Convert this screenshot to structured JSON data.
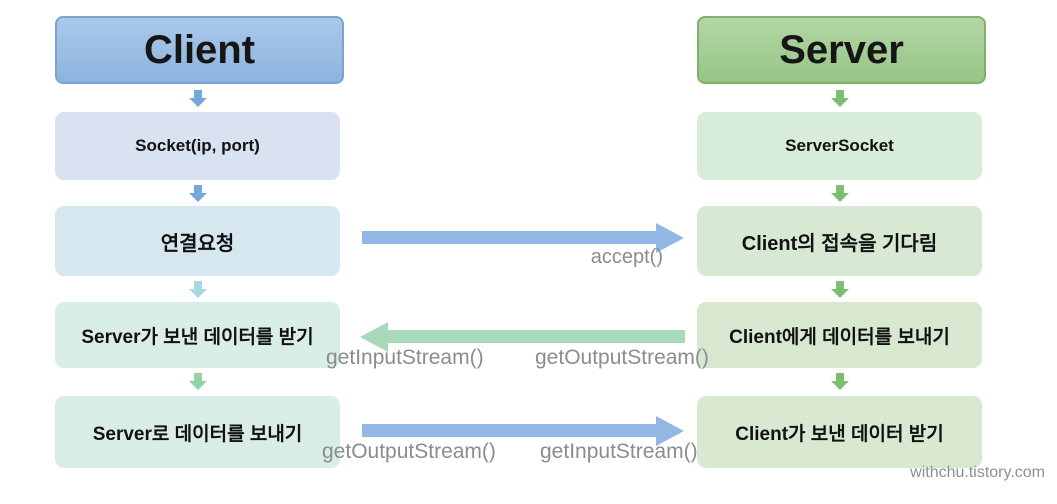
{
  "diagram": {
    "title_implicit": "Client-Server socket flow",
    "client": {
      "header": "Client",
      "steps": [
        "Socket(ip, port)",
        "연결요청",
        "Server가 보낸 데이터를 받기",
        "Server로 데이터를 보내기"
      ]
    },
    "server": {
      "header": "Server",
      "steps": [
        "ServerSocket",
        "Client의 접속을 기다림",
        "Client에게 데이터를 보내기",
        "Client가 보낸 데이터 받기"
      ]
    },
    "messages": {
      "accept": "accept()",
      "server_to_client_left": "getInputStream()",
      "server_to_client_right": "getOutputStream()",
      "client_to_server_left": "getOutputStream()",
      "client_to_server_right": "getInputStream()"
    },
    "watermark": "withchu.tistory.com",
    "colors": {
      "client_header_top": "#aac8ea",
      "client_header_bottom": "#8db4de",
      "client_header_border": "#7ba3cf",
      "server_header_top": "#b2d6a4",
      "server_header_bottom": "#97c585",
      "server_header_border": "#82b06c",
      "client_step_socket": "#d9e2f1",
      "client_step_connect": "#d6e7f0",
      "client_step_receive": "#d9ede9",
      "client_step_send": "#d9ede8",
      "server_step_serversocket": "#d8ecdc",
      "server_step_wait": "#d7e9d3",
      "server_step_send": "#d8e8d0",
      "server_step_receive": "#d9e9d1",
      "big_blue_arrow": "#93b7e4",
      "big_green_arrow": "#a6dab8",
      "small_blue_arrow": "#74a9dc",
      "small_cyan_arrow": "#a5d8e2",
      "small_mint_arrow": "#93d1a7",
      "small_green_arrow": "#7cbf70",
      "method_label_gray": "#8c8c8c"
    }
  }
}
